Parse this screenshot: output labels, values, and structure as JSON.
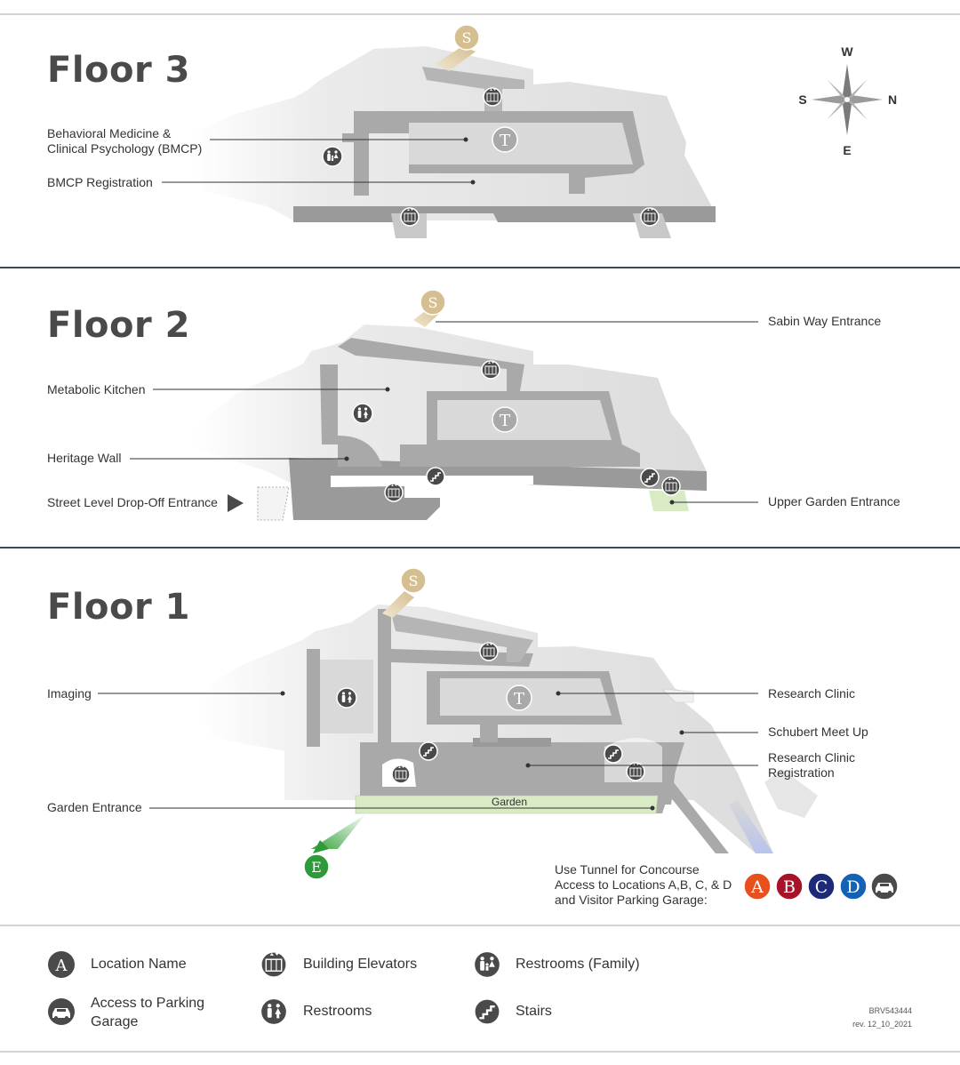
{
  "floors": [
    {
      "title": "Floor 3",
      "labels": {
        "bmcp": "Behavioral Medicine &\nClinical Psychology (BMCP)",
        "bmcp_registration": "BMCP Registration"
      }
    },
    {
      "title": "Floor 2",
      "labels": {
        "sabin_way": "Sabin Way Entrance",
        "metabolic_kitchen": "Metabolic Kitchen",
        "heritage_wall": "Heritage Wall",
        "street_level": "Street Level Drop-Off Entrance",
        "upper_garden": "Upper Garden Entrance"
      }
    },
    {
      "title": "Floor 1",
      "labels": {
        "imaging": "Imaging",
        "research_clinic": "Research Clinic",
        "schubert": "Schubert Meet Up",
        "research_clinic_reg": "Research Clinic\nRegistration",
        "garden_entrance": "Garden Entrance",
        "garden": "Garden",
        "tunnel_note": "Use Tunnel for Concourse\nAccess to Locations A,B, C, & D\nand Visitor Parking Garage:"
      }
    }
  ],
  "compass": {
    "w": "W",
    "s": "S",
    "n": "N",
    "e": "E"
  },
  "markers": {
    "sabin": "S",
    "tower": "T",
    "entrance": "E"
  },
  "locations": [
    {
      "letter": "A",
      "color": "#e8501e"
    },
    {
      "letter": "B",
      "color": "#a7142a"
    },
    {
      "letter": "C",
      "color": "#1d2a78"
    },
    {
      "letter": "D",
      "color": "#1462b4"
    }
  ],
  "legend": {
    "location_name": "Location Name",
    "parking": "Access to Parking\nGarage",
    "elevators": "Building Elevators",
    "restrooms": "Restrooms",
    "restrooms_family": "Restrooms (Family)",
    "stairs": "Stairs",
    "legend_letter": "A"
  },
  "footer": {
    "code": "BRV543444",
    "rev": "rev. 12_10_2021"
  },
  "colors": {
    "sabin_gold": "#d5bf90",
    "entrance_green": "#2f9a3a",
    "garden_green": "#d8ebc4",
    "icon_dark": "#4a4a4a"
  }
}
